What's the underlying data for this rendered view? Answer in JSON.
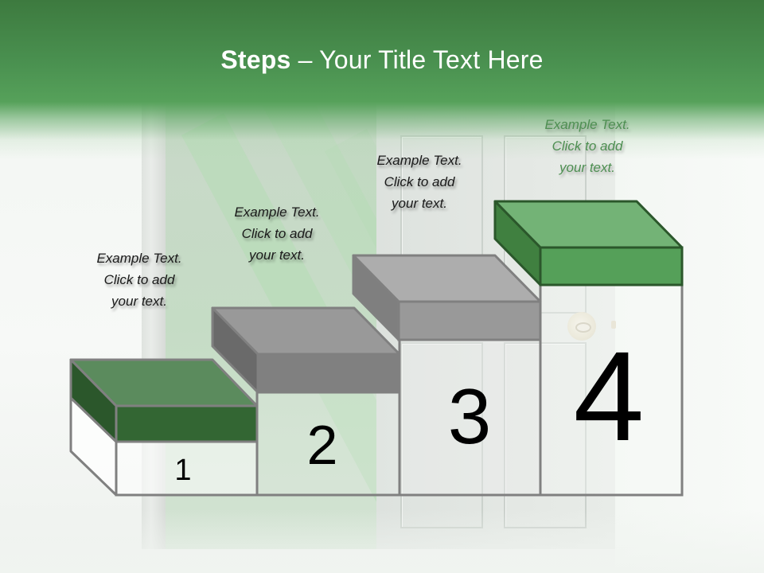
{
  "slide": {
    "title_bold": "Steps",
    "title_rest": " – Your Title Text Here",
    "colors": {
      "header_dark": "#3d7a3f",
      "header_light": "#56a15a",
      "step1_top": "#5b8b5d",
      "step1_front": "#336633",
      "step1_side": "#2b572b",
      "step2_top": "#999999",
      "step2_front": "#808080",
      "step2_side": "#6a6a6a",
      "step3_top": "#adadad",
      "step3_front": "#999999",
      "step3_side": "#7f7f7f",
      "step4_top": "#73b376",
      "step4_front": "#55a059",
      "step4_side": "#408040",
      "outline": "#808080",
      "step4_outline": "#2b572b"
    }
  },
  "steps": [
    {
      "number": "1",
      "caption": [
        "Example Text.",
        "Click  to add",
        "your text."
      ]
    },
    {
      "number": "2",
      "caption": [
        "Example Text.",
        "Click  to add",
        "your text."
      ]
    },
    {
      "number": "3",
      "caption": [
        "Example Text.",
        "Click  to add",
        "your text."
      ]
    },
    {
      "number": "4",
      "caption": [
        "Example Text.",
        "Click  to add",
        "your text."
      ]
    }
  ]
}
